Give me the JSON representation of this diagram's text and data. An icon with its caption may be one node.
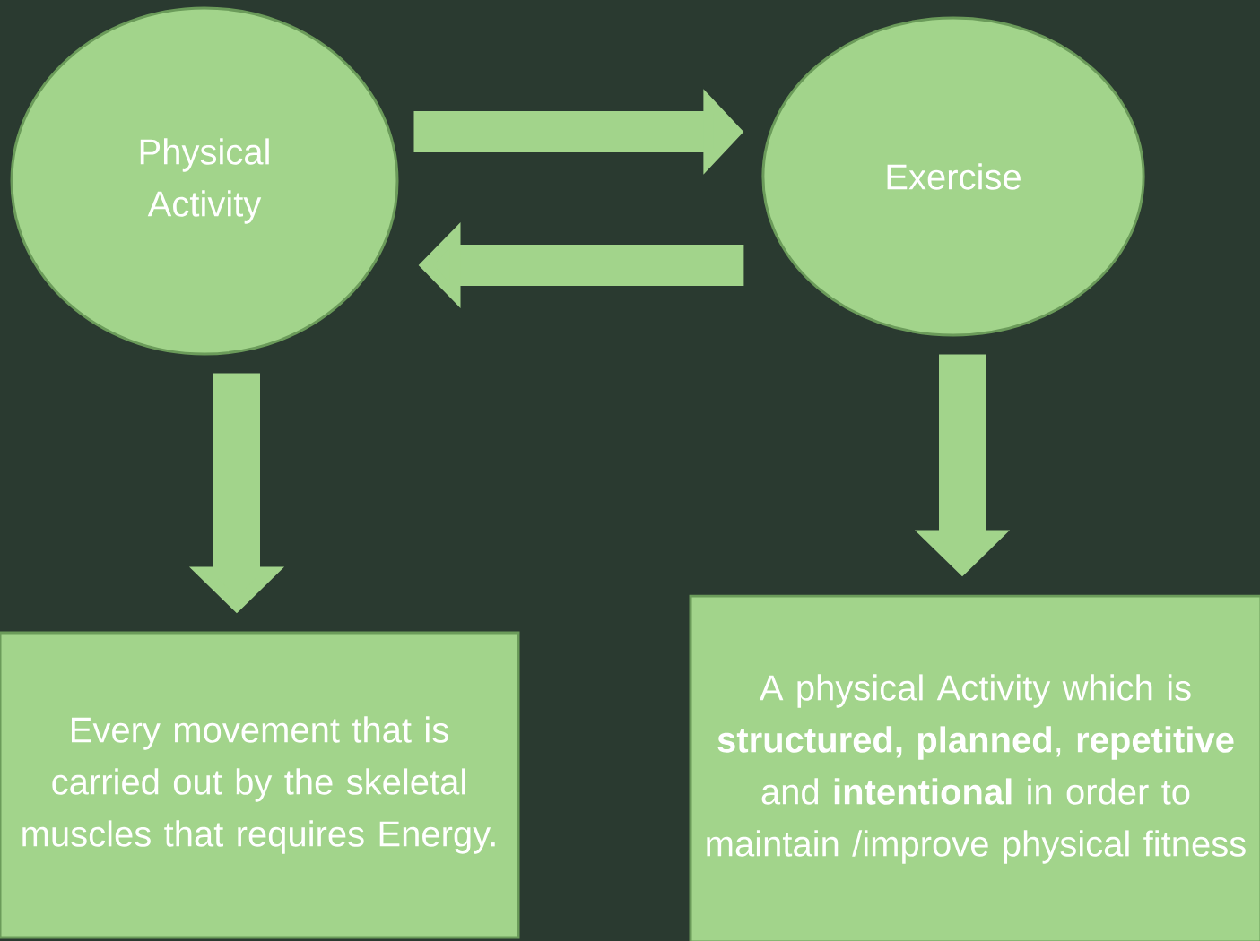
{
  "diagram": {
    "nodes": [
      {
        "text": [
          "Physical Activity"
        ]
      },
      {
        "text": [
          "Exercise"
        ]
      },
      {
        "text": [
          "Every movement that is carried out by the skeletal muscles that requires Energy."
        ]
      },
      {
        "text": [
          "A physical Activity which is **structured, planned**, **repetitive** and **intentional** in order to maintain /improve physical fitness"
        ]
      }
    ],
    "edges": [
      {
        "from": 0,
        "to": 1,
        "arrow": "to"
      },
      {
        "from": 1,
        "to": 0,
        "arrow": "to"
      },
      {
        "from": 0,
        "to": 2,
        "arrow": "to"
      },
      {
        "from": 1,
        "to": 3,
        "arrow": "to"
      }
    ]
  }
}
